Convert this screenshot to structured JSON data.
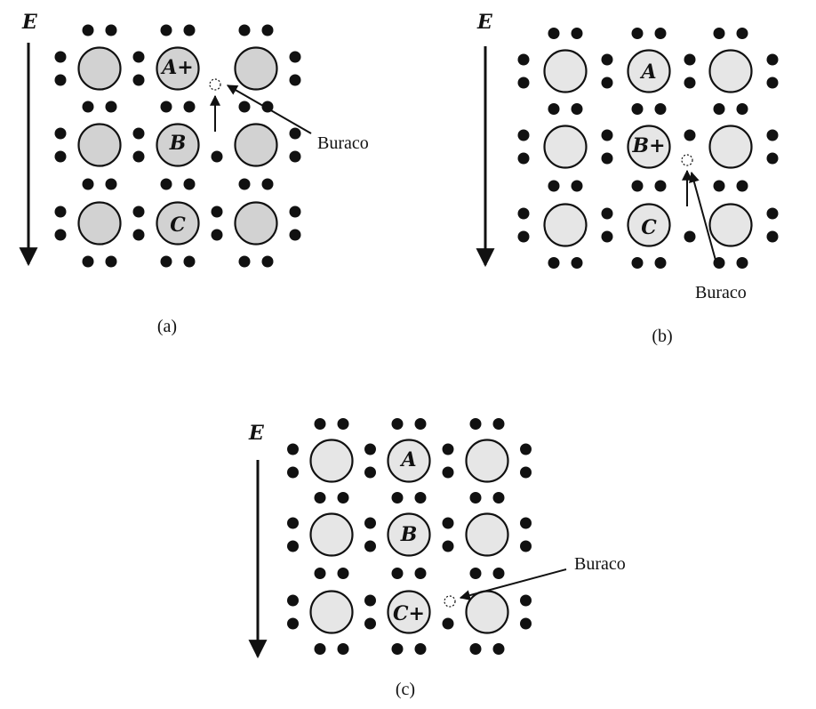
{
  "field_label": "E",
  "hole_label": "Buraco",
  "panels": [
    {
      "caption": "(a)",
      "atom_labels": [
        "A+",
        "B",
        "C"
      ]
    },
    {
      "caption": "(b)",
      "atom_labels": [
        "A",
        "B+",
        "C"
      ]
    },
    {
      "caption": "(c)",
      "atom_labels": [
        "A",
        "B",
        "C+"
      ]
    }
  ],
  "colors": {
    "ink": "#111111",
    "atom_fill": "#e6e6e6",
    "atom_fill_dark": "#d2d2d2"
  }
}
